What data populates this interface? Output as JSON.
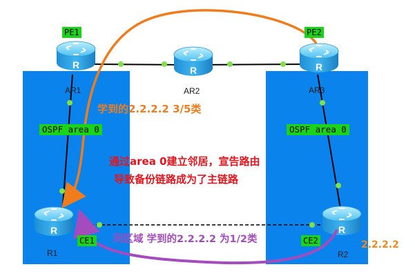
{
  "routers": {
    "ar1": {
      "label": "AR1"
    },
    "ar2": {
      "label": "AR2"
    },
    "ar3": {
      "label": "AR3"
    },
    "r1": {
      "label": "R1"
    },
    "r2": {
      "label": "R2"
    }
  },
  "tags": {
    "pe1": "PE1",
    "pe2": "PE2",
    "ce1": "CE1",
    "ce2": "CE2",
    "ospf_left": "OSPF area 0",
    "ospf_right": "OSPF area 0"
  },
  "annotations": {
    "learned_top": "学到的2.2.2.2 3/5类",
    "neighbor_line1": "通过area 0建立邻居，宣告路由",
    "neighbor_line2": "导致备份链路成为了主链路",
    "intra_area": "同区域  学到的2.2.2.2 为1/2类",
    "loopback": "2.2.2.2"
  },
  "colors": {
    "area_fill": "#0a84ec",
    "tag_green": "#19d419",
    "orange_arrow": "#f07c1c",
    "purple_arrow": "#a44bbd",
    "red_text": "#e8141c",
    "link_dot": "#7fe048",
    "router_blue": "#2aa7e8"
  },
  "icons": [
    "router-icon"
  ]
}
